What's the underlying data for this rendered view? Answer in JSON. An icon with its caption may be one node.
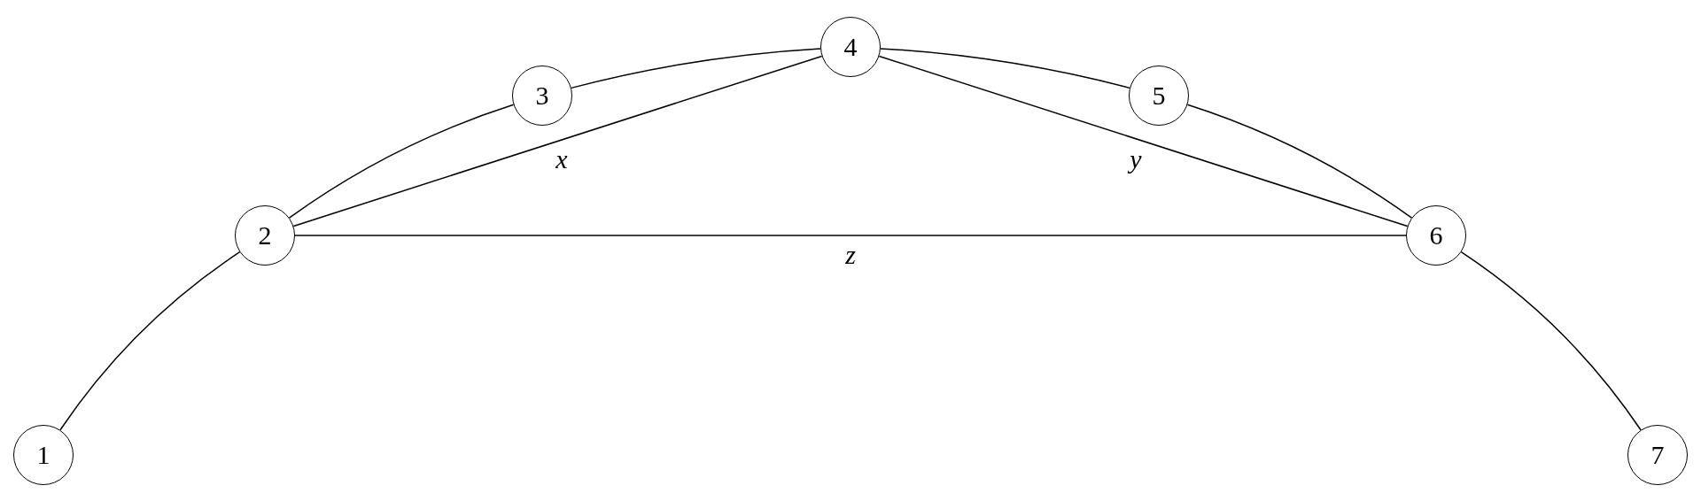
{
  "diagram": {
    "nodes": [
      {
        "text": [
          "1"
        ]
      },
      {
        "text": [
          "2"
        ]
      },
      {
        "text": [
          "3"
        ]
      },
      {
        "text": [
          "4"
        ]
      },
      {
        "text": [
          "5"
        ]
      },
      {
        "text": [
          "6"
        ]
      },
      {
        "text": [
          "7"
        ]
      }
    ],
    "edges": [
      {
        "from": 0,
        "to": 1,
        "arrow": "none"
      },
      {
        "from": 1,
        "to": 2,
        "arrow": "none"
      },
      {
        "from": 2,
        "to": 3,
        "arrow": "none"
      },
      {
        "from": 3,
        "to": 4,
        "arrow": "none"
      },
      {
        "from": 4,
        "to": 5,
        "arrow": "none"
      },
      {
        "from": 5,
        "to": 6,
        "arrow": "none"
      },
      {
        "from": 1,
        "to": 3,
        "arrow": "none",
        "label": "x"
      },
      {
        "from": 3,
        "to": 5,
        "arrow": "none",
        "label": "y"
      },
      {
        "from": 1,
        "to": 5,
        "arrow": "none",
        "label": "z"
      }
    ]
  }
}
